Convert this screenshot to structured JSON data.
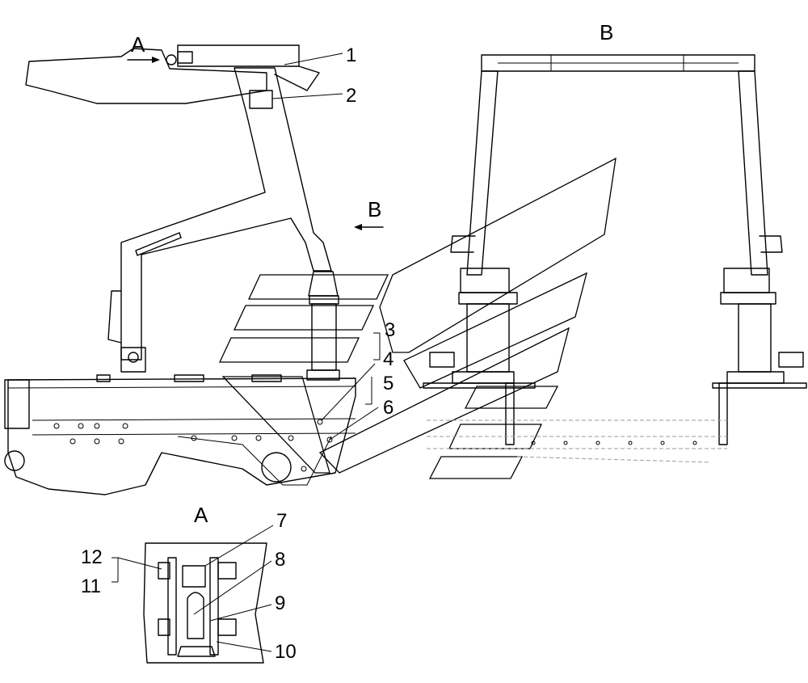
{
  "views": {
    "view_a_arrow": "A",
    "view_b_title": "B",
    "view_b_arrow": "B",
    "detail_a_title": "A"
  },
  "callouts": [
    "1",
    "2",
    "3",
    "4",
    "5",
    "6",
    "7",
    "8",
    "9",
    "10",
    "11",
    "12"
  ]
}
